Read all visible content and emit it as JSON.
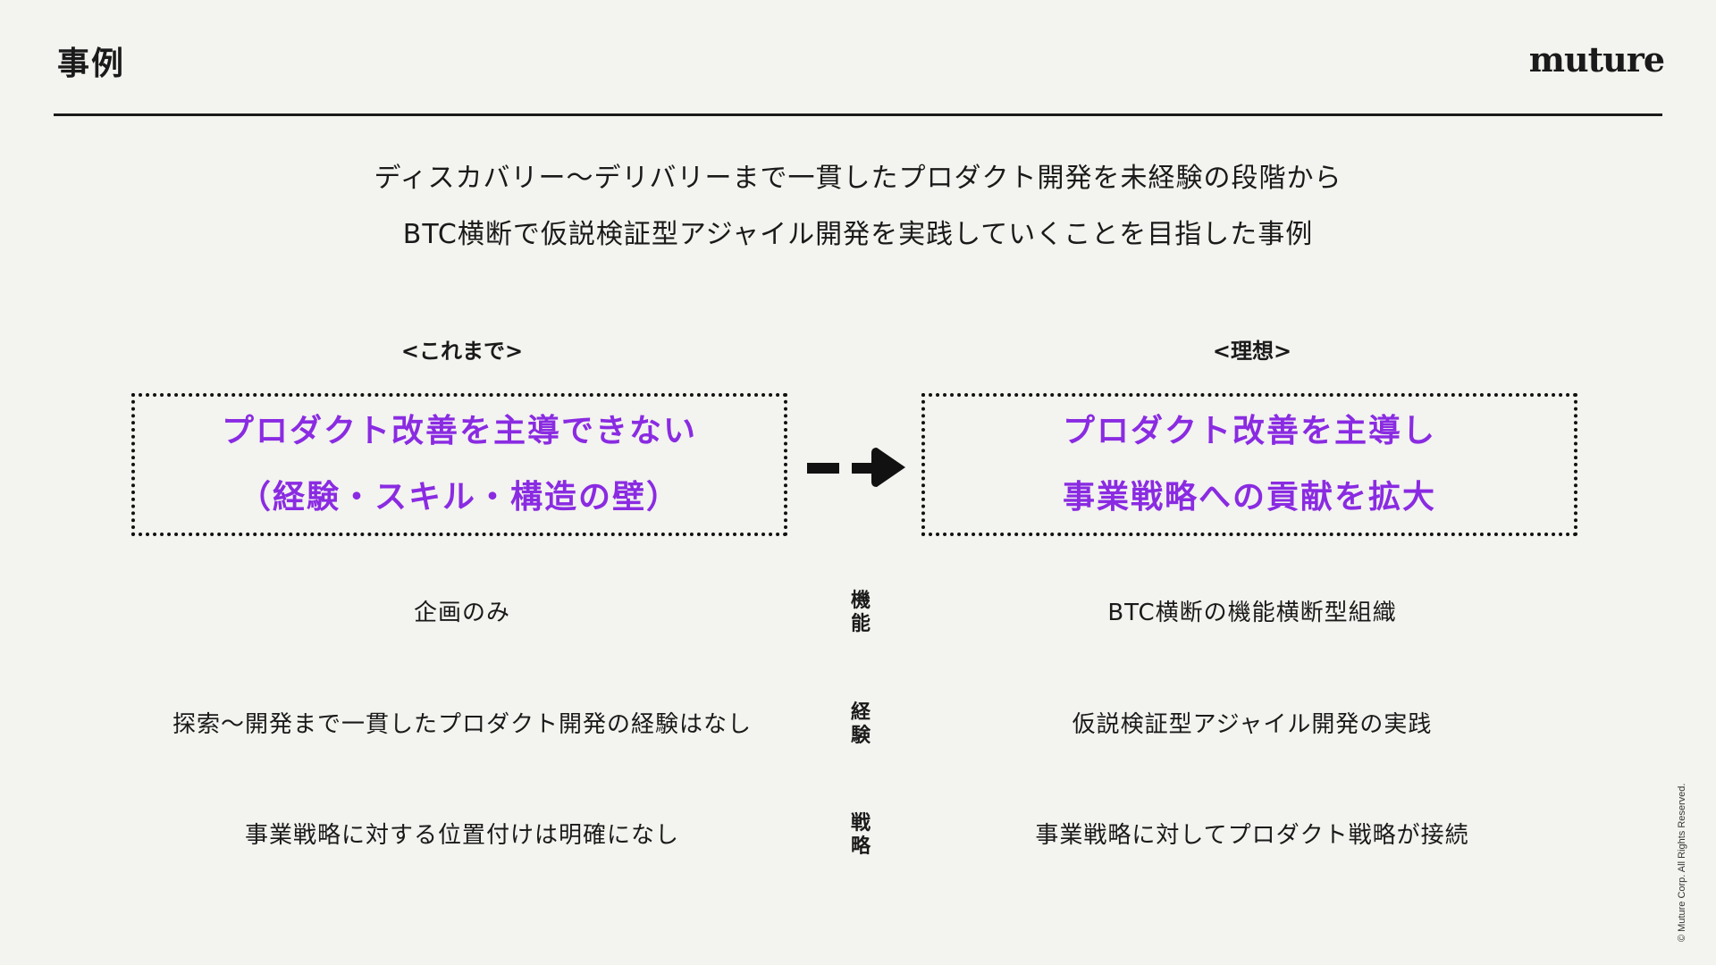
{
  "header": {
    "title": "事例",
    "logo": "muture"
  },
  "lead": {
    "line1": "ディスカバリー〜デリバリーまで一貫したプロダクト開発を未経験の段階から",
    "line2": "BTC横断で仮説検証型アジャイル開発を実践していくことを目指した事例"
  },
  "columns": {
    "before": {
      "heading": "<これまで>",
      "box_line1": "プロダクト改善を主導できない",
      "box_line2": "（経験・スキル・構造の壁）"
    },
    "after": {
      "heading": "<理想>",
      "box_line1": "プロダクト改善を主導し",
      "box_line2": "事業戦略への貢献を拡大"
    }
  },
  "rows": [
    {
      "category": [
        "機",
        "能"
      ],
      "before": "企画のみ",
      "after": "BTC横断の機能横断型組織"
    },
    {
      "category": [
        "経",
        "験"
      ],
      "before": "探索〜開発まで一貫したプロダクト開発の経験はなし",
      "after": "仮説検証型アジャイル開発の実践"
    },
    {
      "category": [
        "戦",
        "略"
      ],
      "before": "事業戦略に対する位置付けは明確になし",
      "after": "事業戦略に対してプロダクト戦略が接続"
    }
  ],
  "footer": {
    "copyright": "© Muture Corp. All Rights Reserved."
  },
  "colors": {
    "background": "#f3f3ef",
    "accent": "#8a2be2",
    "text": "#1a1a1a"
  },
  "icons": {
    "arrow": "dashed-right-arrow-icon"
  }
}
